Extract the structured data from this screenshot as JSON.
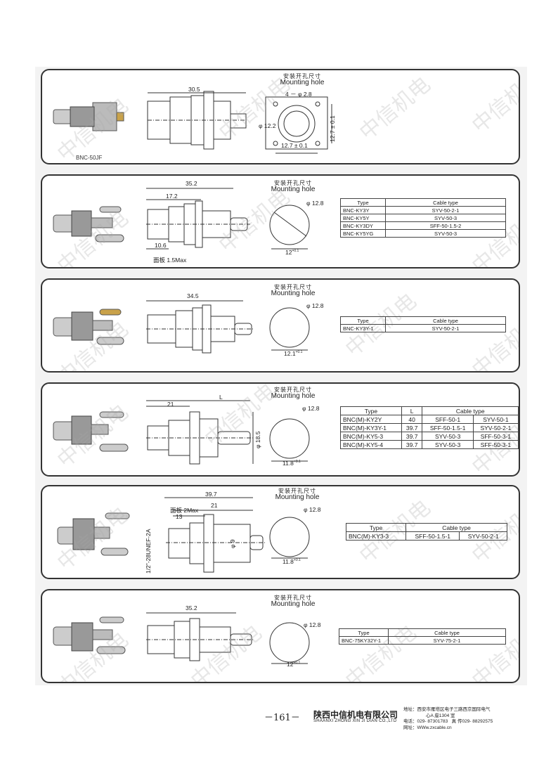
{
  "watermark": "中信机电",
  "mounting_hole_cn": "安装开孔尺寸",
  "mounting_hole_en": "Mounting hole",
  "panels": [
    {
      "photo_label": "BNC-50JF",
      "dims": {
        "length": "30.5",
        "flange_holes": "4 － φ 2.8",
        "hole_dia": "φ 12.2",
        "pitch_h": "12.7 ± 0.1",
        "pitch_v": "12.7 ± 0.1"
      }
    },
    {
      "dims": {
        "total": "35.2",
        "body": "17.2",
        "front": "10.6",
        "panel": "面板 1.5Max",
        "hole_dia": "φ 12.8",
        "hole_flat": "12",
        "tol": "+0.1"
      },
      "table": {
        "headers": [
          "Type",
          "Cable type"
        ],
        "rows": [
          [
            "BNC-KY3Y",
            "SYV-50-2-1"
          ],
          [
            "BNC-KY5Y",
            "SYV-50-3"
          ],
          [
            "BNC-KY3DY",
            "SFF-50-1.5-2"
          ],
          [
            "BNC-KY5YG",
            "SYV-50-3"
          ]
        ]
      }
    },
    {
      "dims": {
        "total": "34.5",
        "hole_dia": "φ 12.8",
        "hole_flat": "12.1",
        "tol": "+0.1"
      },
      "table": {
        "headers": [
          "Type",
          "Cable type"
        ],
        "rows": [
          [
            "BNC-KY3Y-1",
            "SYV-50-2-1"
          ]
        ]
      }
    },
    {
      "dims": {
        "body": "21",
        "length_sym": "L",
        "height": "φ 18.5",
        "hole_dia": "φ 12.8",
        "hole_flat": "11.8",
        "tol": "+0.1"
      },
      "table": {
        "headers": [
          "Type",
          "L",
          "Cable type"
        ],
        "rows": [
          [
            "BNC(M)-KY2Y",
            "40",
            "SFF-50-1",
            "SYV-50-1"
          ],
          [
            "BNC(M)-KY3Y-1",
            "39.7",
            "SFF-50-1.5-1",
            "SYV-50-2-1"
          ],
          [
            "BNC(M)-KY5-3",
            "39.7",
            "SYV-50-3",
            "SFF-50-3-1"
          ],
          [
            "BNC(M)-KY5-4",
            "39.7",
            "SYV-50-3",
            "SFF-50-3-1"
          ]
        ]
      }
    },
    {
      "dims": {
        "total": "39.7",
        "body": "21",
        "panel": "面板 2Max",
        "front": "13",
        "thread": "1/2\"-28UNEF-2A",
        "inner": "φ 9",
        "hole_dia": "φ 12.8",
        "hole_flat": "11.8",
        "tol": "+0.1"
      },
      "table": {
        "headers": [
          "Type",
          "Cable type"
        ],
        "rows": [
          [
            "BNC(M)-KY3-3",
            "SFF-50-1.5-1",
            "SYV-50-2-1"
          ]
        ]
      }
    },
    {
      "dims": {
        "total": "35.2",
        "hole_dia": "φ 12.8",
        "hole_flat": "12",
        "tol": "+0.1"
      },
      "table": {
        "headers": [
          "Type",
          "Cable type"
        ],
        "rows": [
          [
            "BNC-75KY32Y-1",
            "SYV-75-2-1"
          ]
        ]
      }
    }
  ],
  "footer": {
    "page": "－161－",
    "company_cn": "陕西中信机电有限公司",
    "company_en": "SHAANXI ZHONG XIN JI DIAN CO.,LTD",
    "address": "地址：西安市雁塔区电子三路西京国际电气",
    "address2": "心A 座1304 室",
    "phone": "电话：029- 87301783",
    "fax": "真 传029- 88292575",
    "web": "网址：WWw.zxcable.cn"
  },
  "colors": {
    "border": "#333333",
    "line": "#333333",
    "watermark": "#aaaaaa",
    "sheet": "#f3f3f3"
  }
}
